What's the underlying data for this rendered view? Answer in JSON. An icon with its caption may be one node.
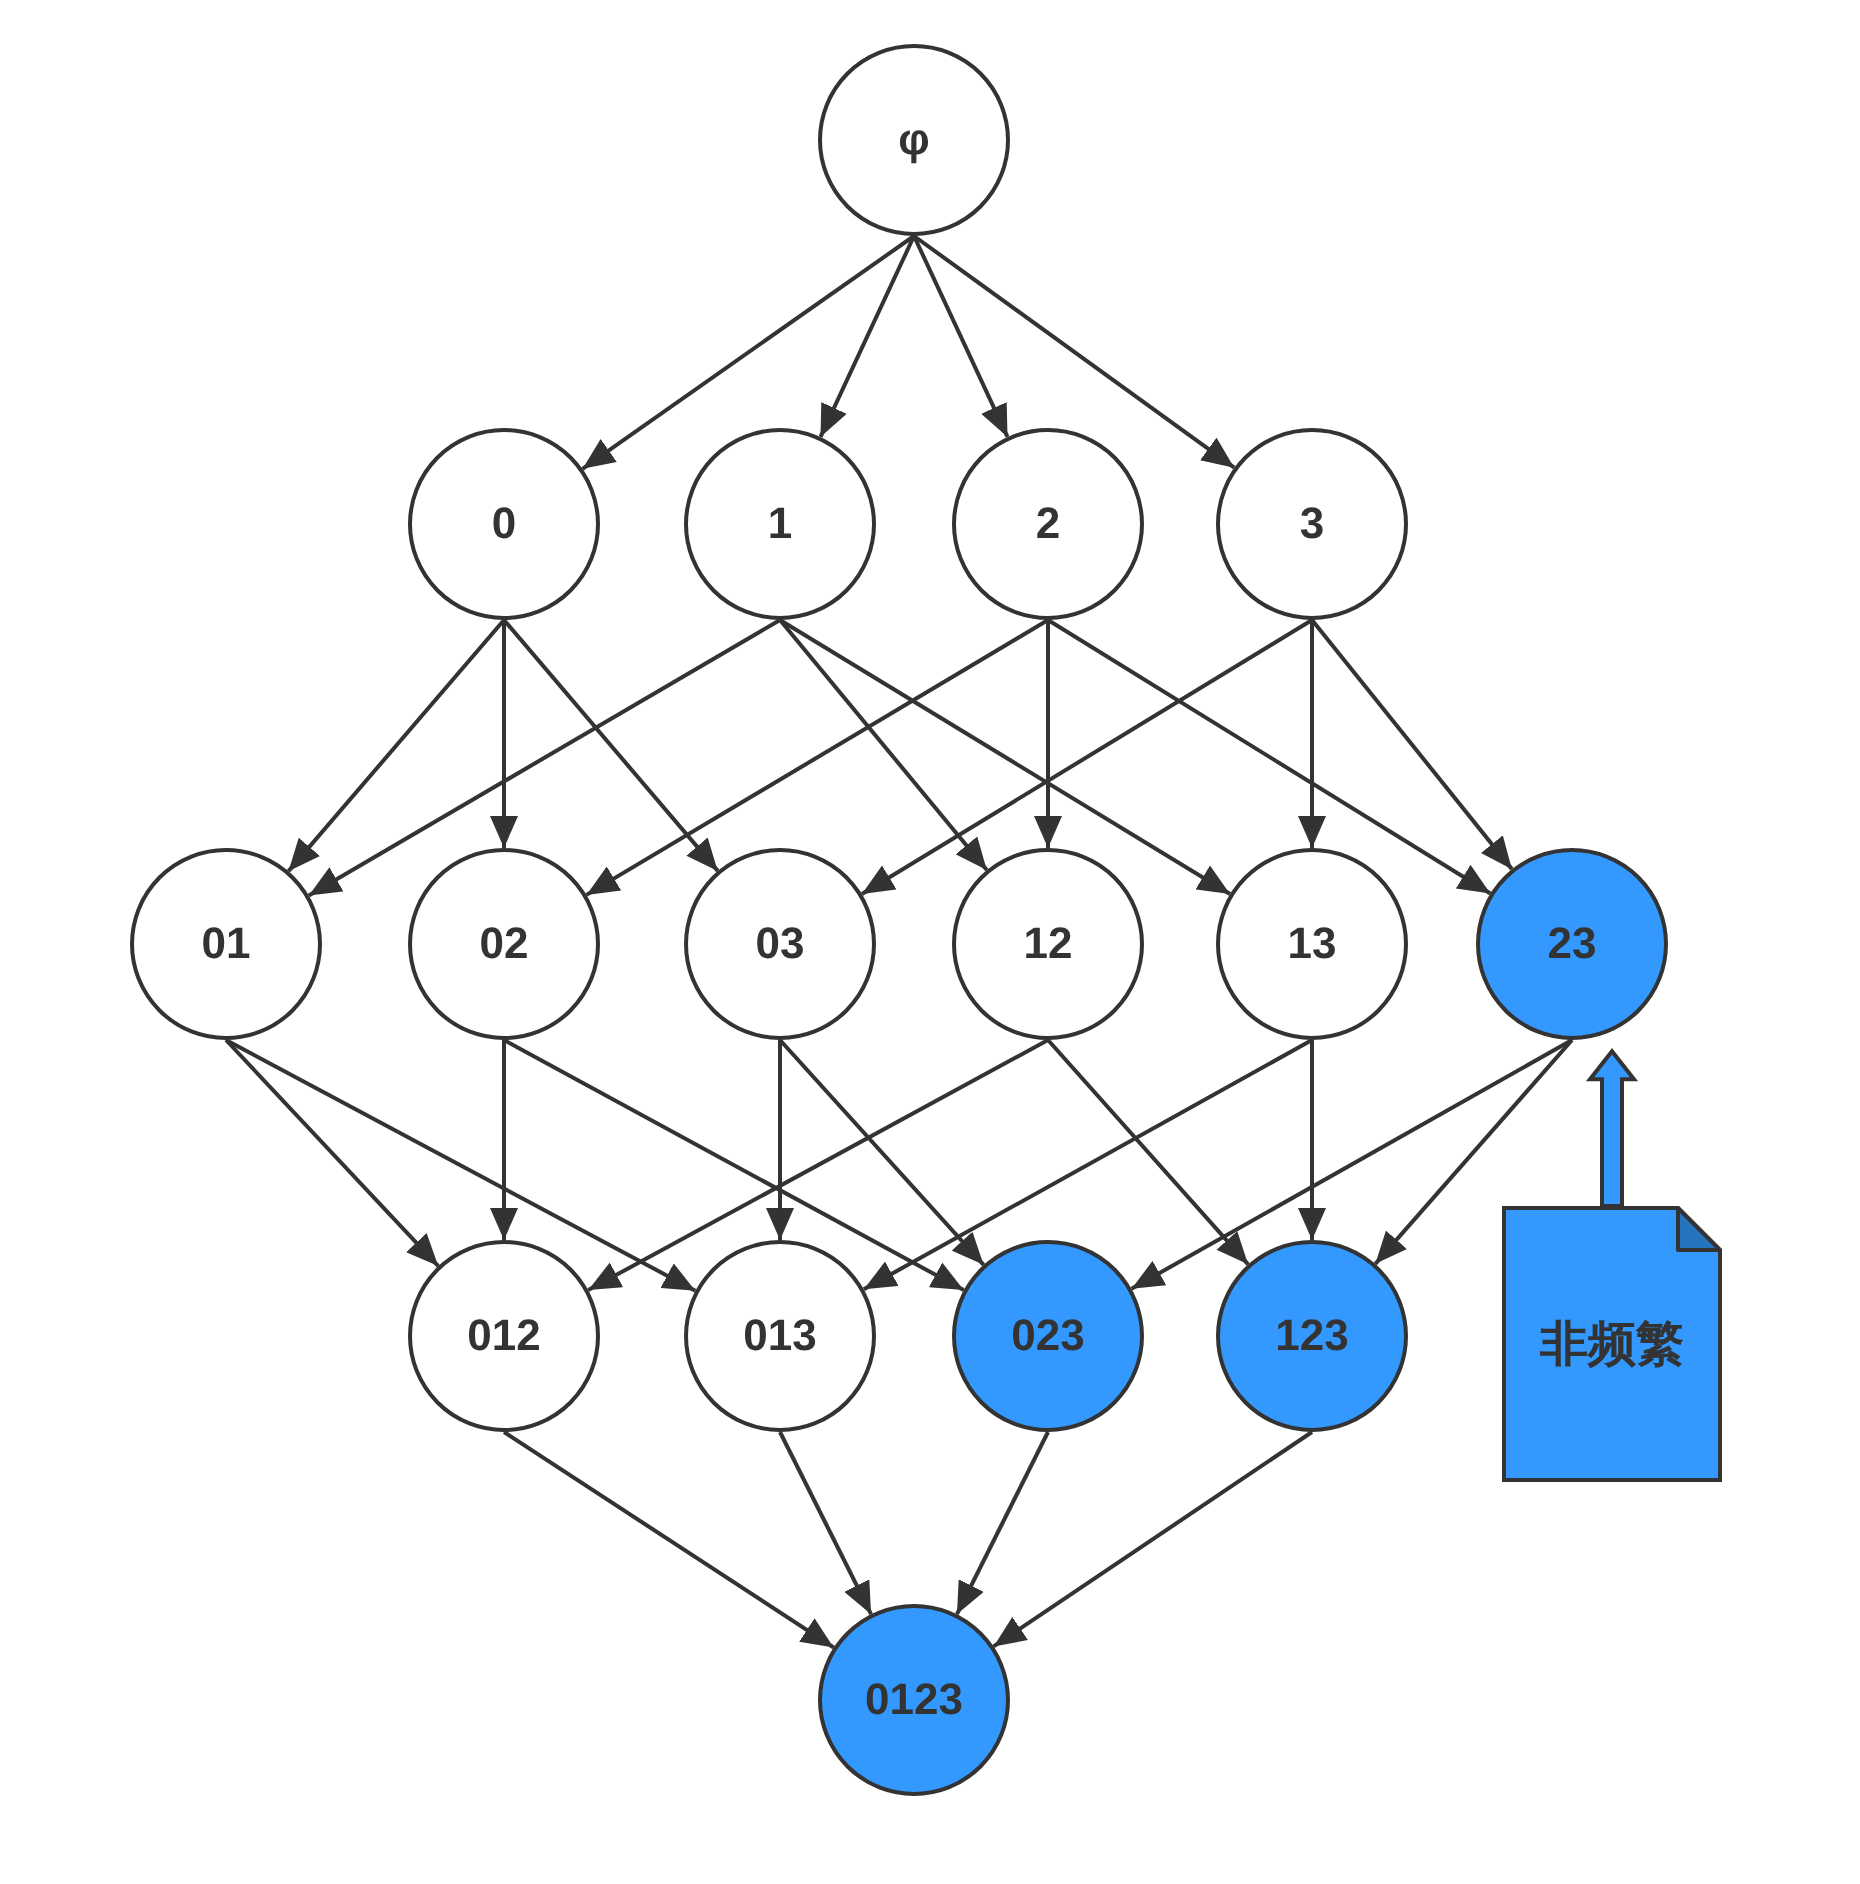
{
  "diagram": {
    "nodes": [
      {
        "text": [
          "φ"
        ]
      },
      {
        "text": [
          "0"
        ]
      },
      {
        "text": [
          "1"
        ]
      },
      {
        "text": [
          "2"
        ]
      },
      {
        "text": [
          "3"
        ]
      },
      {
        "text": [
          "01"
        ]
      },
      {
        "text": [
          "02"
        ]
      },
      {
        "text": [
          "03"
        ]
      },
      {
        "text": [
          "12"
        ]
      },
      {
        "text": [
          "13"
        ]
      },
      {
        "text": [
          "23"
        ]
      },
      {
        "text": [
          "012"
        ]
      },
      {
        "text": [
          "013"
        ]
      },
      {
        "text": [
          "023"
        ]
      },
      {
        "text": [
          "123"
        ]
      },
      {
        "text": [
          "0123"
        ]
      },
      {
        "text": [
          "非频繁"
        ]
      }
    ],
    "edges": [
      {
        "from": 0,
        "to": 1,
        "arrow": "to"
      },
      {
        "from": 0,
        "to": 2,
        "arrow": "to"
      },
      {
        "from": 0,
        "to": 3,
        "arrow": "to"
      },
      {
        "from": 0,
        "to": 4,
        "arrow": "to"
      },
      {
        "from": 1,
        "to": 5,
        "arrow": "to"
      },
      {
        "from": 1,
        "to": 6,
        "arrow": "to"
      },
      {
        "from": 1,
        "to": 7,
        "arrow": "to"
      },
      {
        "from": 2,
        "to": 5,
        "arrow": "to"
      },
      {
        "from": 2,
        "to": 8,
        "arrow": "to"
      },
      {
        "from": 2,
        "to": 9,
        "arrow": "to"
      },
      {
        "from": 3,
        "to": 6,
        "arrow": "to"
      },
      {
        "from": 3,
        "to": 8,
        "arrow": "to"
      },
      {
        "from": 3,
        "to": 10,
        "arrow": "to"
      },
      {
        "from": 4,
        "to": 7,
        "arrow": "to"
      },
      {
        "from": 4,
        "to": 9,
        "arrow": "to"
      },
      {
        "from": 4,
        "to": 10,
        "arrow": "to"
      },
      {
        "from": 5,
        "to": 11,
        "arrow": "to"
      },
      {
        "from": 5,
        "to": 12,
        "arrow": "to"
      },
      {
        "from": 6,
        "to": 11,
        "arrow": "to"
      },
      {
        "from": 6,
        "to": 13,
        "arrow": "to"
      },
      {
        "from": 7,
        "to": 12,
        "arrow": "to"
      },
      {
        "from": 7,
        "to": 13,
        "arrow": "to"
      },
      {
        "from": 8,
        "to": 11,
        "arrow": "to"
      },
      {
        "from": 8,
        "to": 14,
        "arrow": "to"
      },
      {
        "from": 9,
        "to": 12,
        "arrow": "to"
      },
      {
        "from": 9,
        "to": 14,
        "arrow": "to"
      },
      {
        "from": 10,
        "to": 13,
        "arrow": "to"
      },
      {
        "from": 10,
        "to": 14,
        "arrow": "to"
      },
      {
        "from": 11,
        "to": 15,
        "arrow": "to"
      },
      {
        "from": 12,
        "to": 15,
        "arrow": "to"
      },
      {
        "from": 13,
        "to": 15,
        "arrow": "to"
      },
      {
        "from": 14,
        "to": 15,
        "arrow": "to"
      },
      {
        "from": 16,
        "to": 10,
        "arrow": "to",
        "style": "thick",
        "color": "#3399ff"
      }
    ]
  }
}
